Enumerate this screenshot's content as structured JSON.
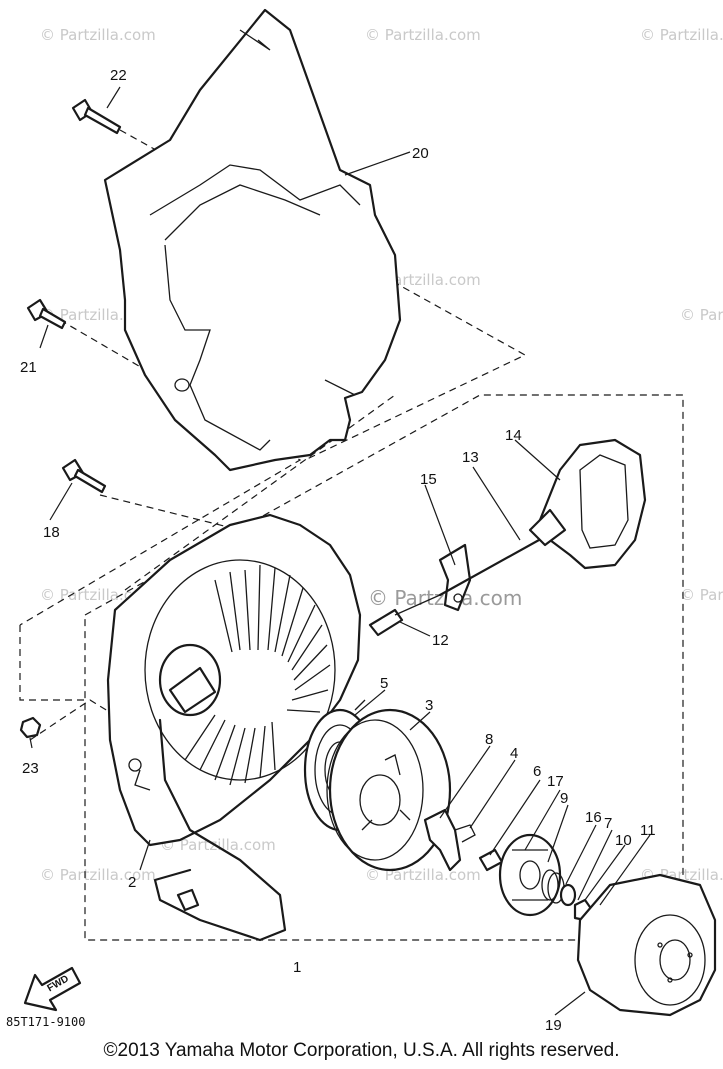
{
  "watermark": "© Partzilla.com",
  "watermark_center": "© Partzilla.com",
  "diagram_code": "85T171-9100",
  "fwd_label": "FWD",
  "copyright": "©2013  Yamaha Motor Corporation, U.S.A. All rights reserved.",
  "callouts": {
    "c1": "1",
    "c2": "2",
    "c3": "3",
    "c4": "4",
    "c5": "5",
    "c6": "6",
    "c7": "7",
    "c8": "8",
    "c9": "9",
    "c10": "10",
    "c11": "11",
    "c12": "12",
    "c13": "13",
    "c14": "14",
    "c15": "15",
    "c16": "16",
    "c17": "17",
    "c18": "18",
    "c19": "19",
    "c20": "20",
    "c21": "21",
    "c22": "22",
    "c23": "23"
  }
}
